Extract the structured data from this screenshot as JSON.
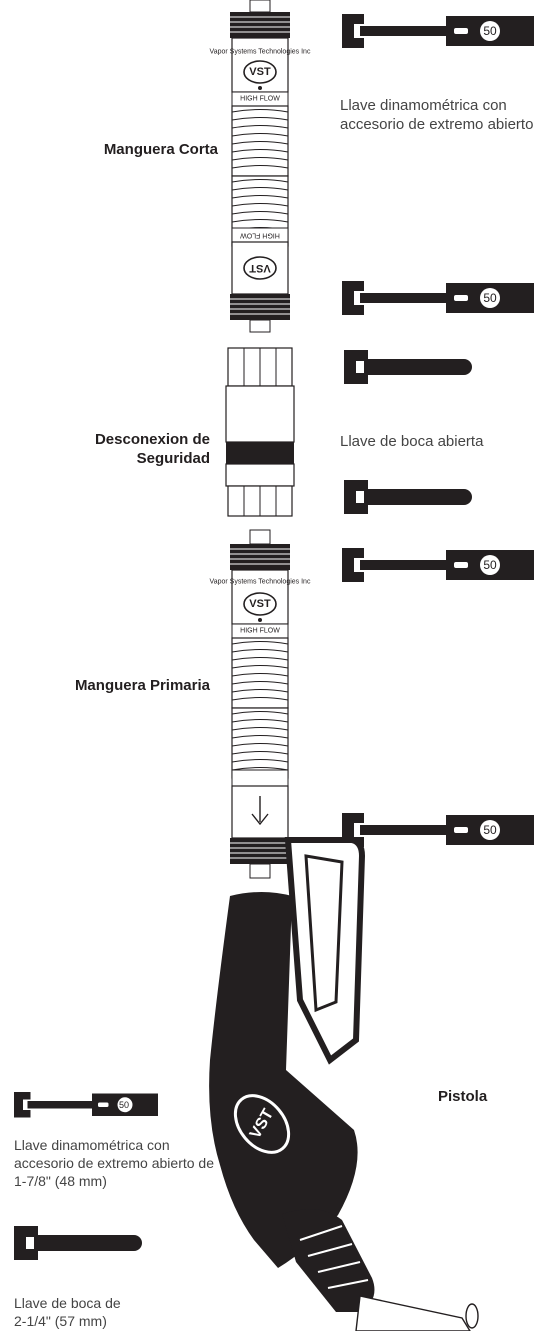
{
  "labels": {
    "manguera_corta": "Manguera Corta",
    "desconexion": "Desconexion de Seguridad",
    "manguera_primaria": "Manguera Primaria",
    "pistola": "Pistola"
  },
  "captions": {
    "torque_wrench": "Llave dinamométrica con accesorio de extremo abierto",
    "open_wrench": "Llave de boca abierta"
  },
  "legend": {
    "torque_wrench": "Llave dinamométrica con accesorio de extremo abierto de 1-7/8\" (48 mm)",
    "open_wrench": "Llave de boca de 2-1/4\" (57 mm)"
  },
  "fittings": {
    "logo": "VST",
    "band": "HIGH FLOW",
    "maker": "Vapor Systems Technologies Inc"
  },
  "torque_value": "50",
  "colors": {
    "ink": "#231f20",
    "paper": "#ffffff",
    "caption": "#444444"
  }
}
